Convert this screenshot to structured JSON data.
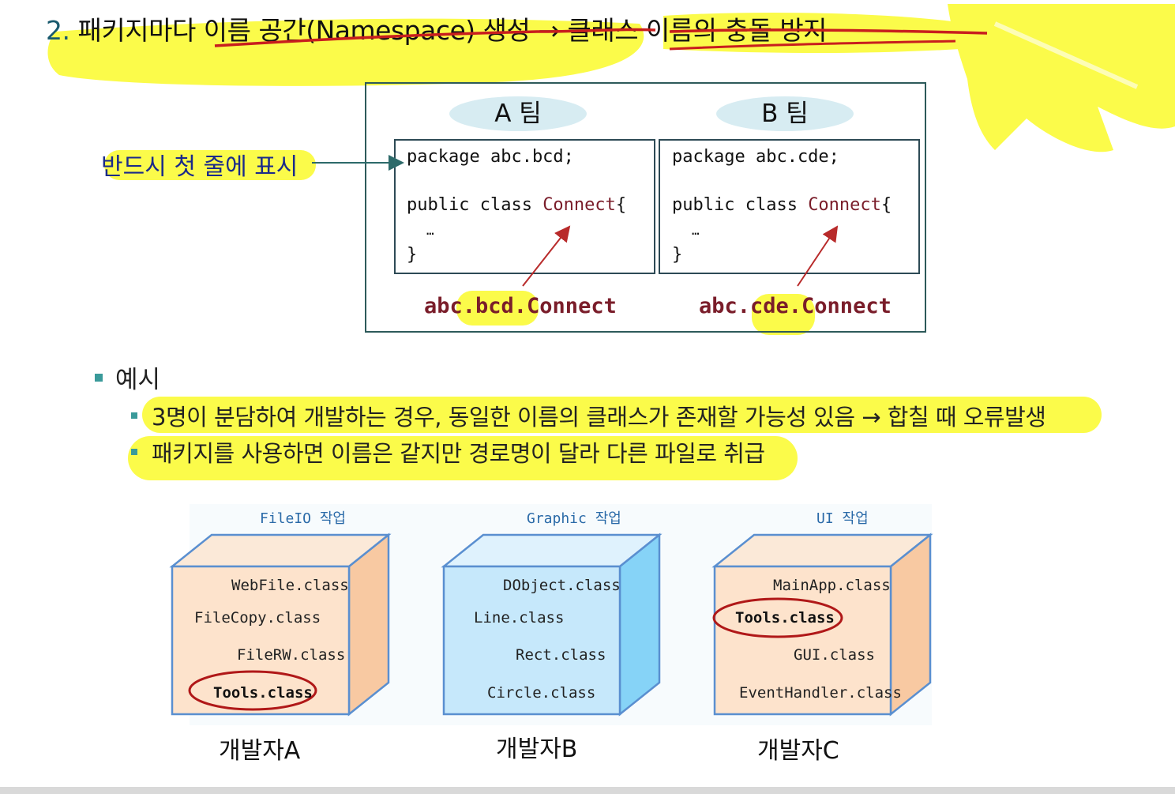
{
  "title": {
    "number": "2.",
    "text": "패키지마다 이름 공간(Namespace) 생성 → 클래스 이름의 충돌 방지"
  },
  "side_label": "반드시 첫 줄에 표시",
  "teams": [
    {
      "label": "A 팀",
      "package_line": "package abc.bcd;",
      "class_prefix": "public class ",
      "class_name": "Connect",
      "class_suffix": "{",
      "ellipsis": "…",
      "close_brace": "}",
      "qualified_name": "abc.bcd.Connect"
    },
    {
      "label": "B 팀",
      "package_line": "package abc.cde;",
      "class_prefix": "public class ",
      "class_name": "Connect",
      "class_suffix": "{",
      "ellipsis": "…",
      "close_brace": "}",
      "qualified_name": "abc.cde.Connect"
    }
  ],
  "example": {
    "heading": "예시",
    "bullets": [
      "3명이 분담하여 개발하는 경우, 동일한 이름의 클래스가 존재할 가능성 있음  →  합칠 때 오류발생",
      "패키지를 사용하면 이름은 같지만 경로명이 달라 다른 파일로 취급"
    ]
  },
  "developers": [
    {
      "caption": "FileIO 작업",
      "name": "개발자A",
      "files": [
        "WebFile.class",
        "FileCopy.class",
        "FileRW.class",
        "Tools.class"
      ],
      "highlighted_file": "Tools.class"
    },
    {
      "caption": "Graphic 작업",
      "name": "개발자B",
      "files": [
        "DObject.class",
        "Line.class",
        "Rect.class",
        "Circle.class"
      ],
      "highlighted_file": ""
    },
    {
      "caption": "UI 작업",
      "name": "개발자C",
      "files": [
        "MainApp.class",
        "Tools.class",
        "GUI.class",
        "EventHandler.class"
      ],
      "highlighted_file": "Tools.class"
    }
  ],
  "colors": {
    "highlighter": "#fbfb4a",
    "strike_red": "#c81e1e",
    "box_peach_front": "#fde3cc",
    "box_peach_side": "#f8c9a2",
    "box_blue_front": "#c6e8fb",
    "box_blue_side": "#86d3f7",
    "box_edge": "#5a8fd0",
    "oval_red": "#b01818"
  }
}
